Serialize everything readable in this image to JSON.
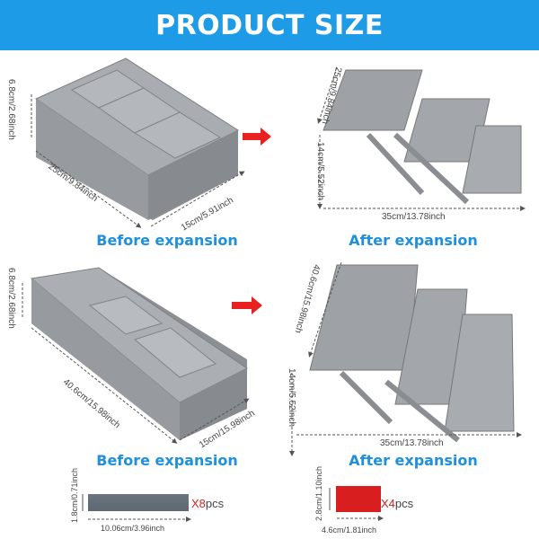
{
  "header": {
    "title": "PRODUCT SIZE"
  },
  "colors": {
    "header_bg": "#1e9be6",
    "caption": "#1e90dd",
    "arrow": "#e82020",
    "tray": "#9a9ea3"
  },
  "row1": {
    "before_caption": "Before expansion",
    "after_caption": "After expansion",
    "before_dims": {
      "height": "6.8cm/2.68inch",
      "length": "25cm/9.84inch",
      "width": "15cm/5.91inch"
    },
    "after_dims": {
      "depth": "25cm/9.84inch",
      "height": "14cm/5.52inch",
      "width": "35cm/13.78inch"
    }
  },
  "row2": {
    "before_caption": "Before expansion",
    "after_caption": "After expansion",
    "before_dims": {
      "height": "6.8cm/2.68inch",
      "length": "40.6cm/15.98inch",
      "width": "15cm/15.98inch"
    },
    "after_dims": {
      "depth": "40.6cm/15.98inch",
      "height": "14cm/5.52inch",
      "width": "35cm/13.78inch"
    }
  },
  "accessories": {
    "divider": {
      "height": "1.8cm/0.71inch",
      "width": "10.06cm/3.96inch",
      "qty_x": "X8",
      "qty_unit": "pcs"
    },
    "clip": {
      "height": "2.8cm/1.10inch",
      "width": "4.6cm/1.81inch",
      "qty_x": "X4",
      "qty_unit": "pcs"
    }
  }
}
